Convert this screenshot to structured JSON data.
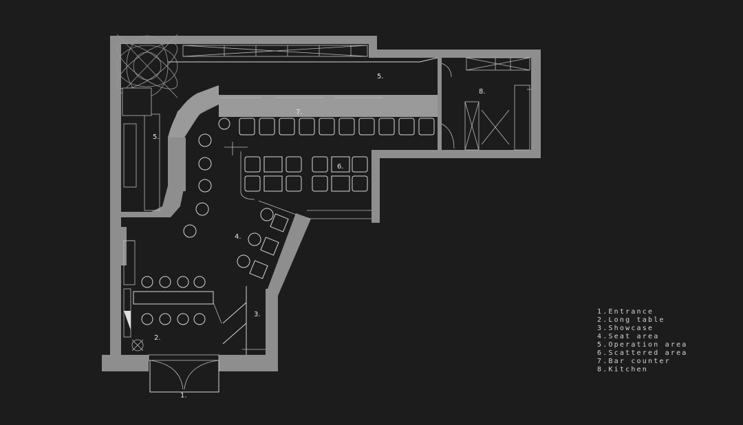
{
  "zone_numbers": {
    "entrance": "1.",
    "long_table": "2.",
    "showcase": "3.",
    "seat_area": "4.",
    "operation_left": "5.",
    "operation_top": "5.",
    "scattered": "6.",
    "bar_counter": "7.",
    "kitchen": "8."
  },
  "legend": [
    "1.Entrance",
    "2.Long table",
    "3.Showcase",
    "4.Seat area",
    "5.Operation area",
    "6.Scattered area",
    "7.Bar counter",
    "8.Kitchen"
  ]
}
